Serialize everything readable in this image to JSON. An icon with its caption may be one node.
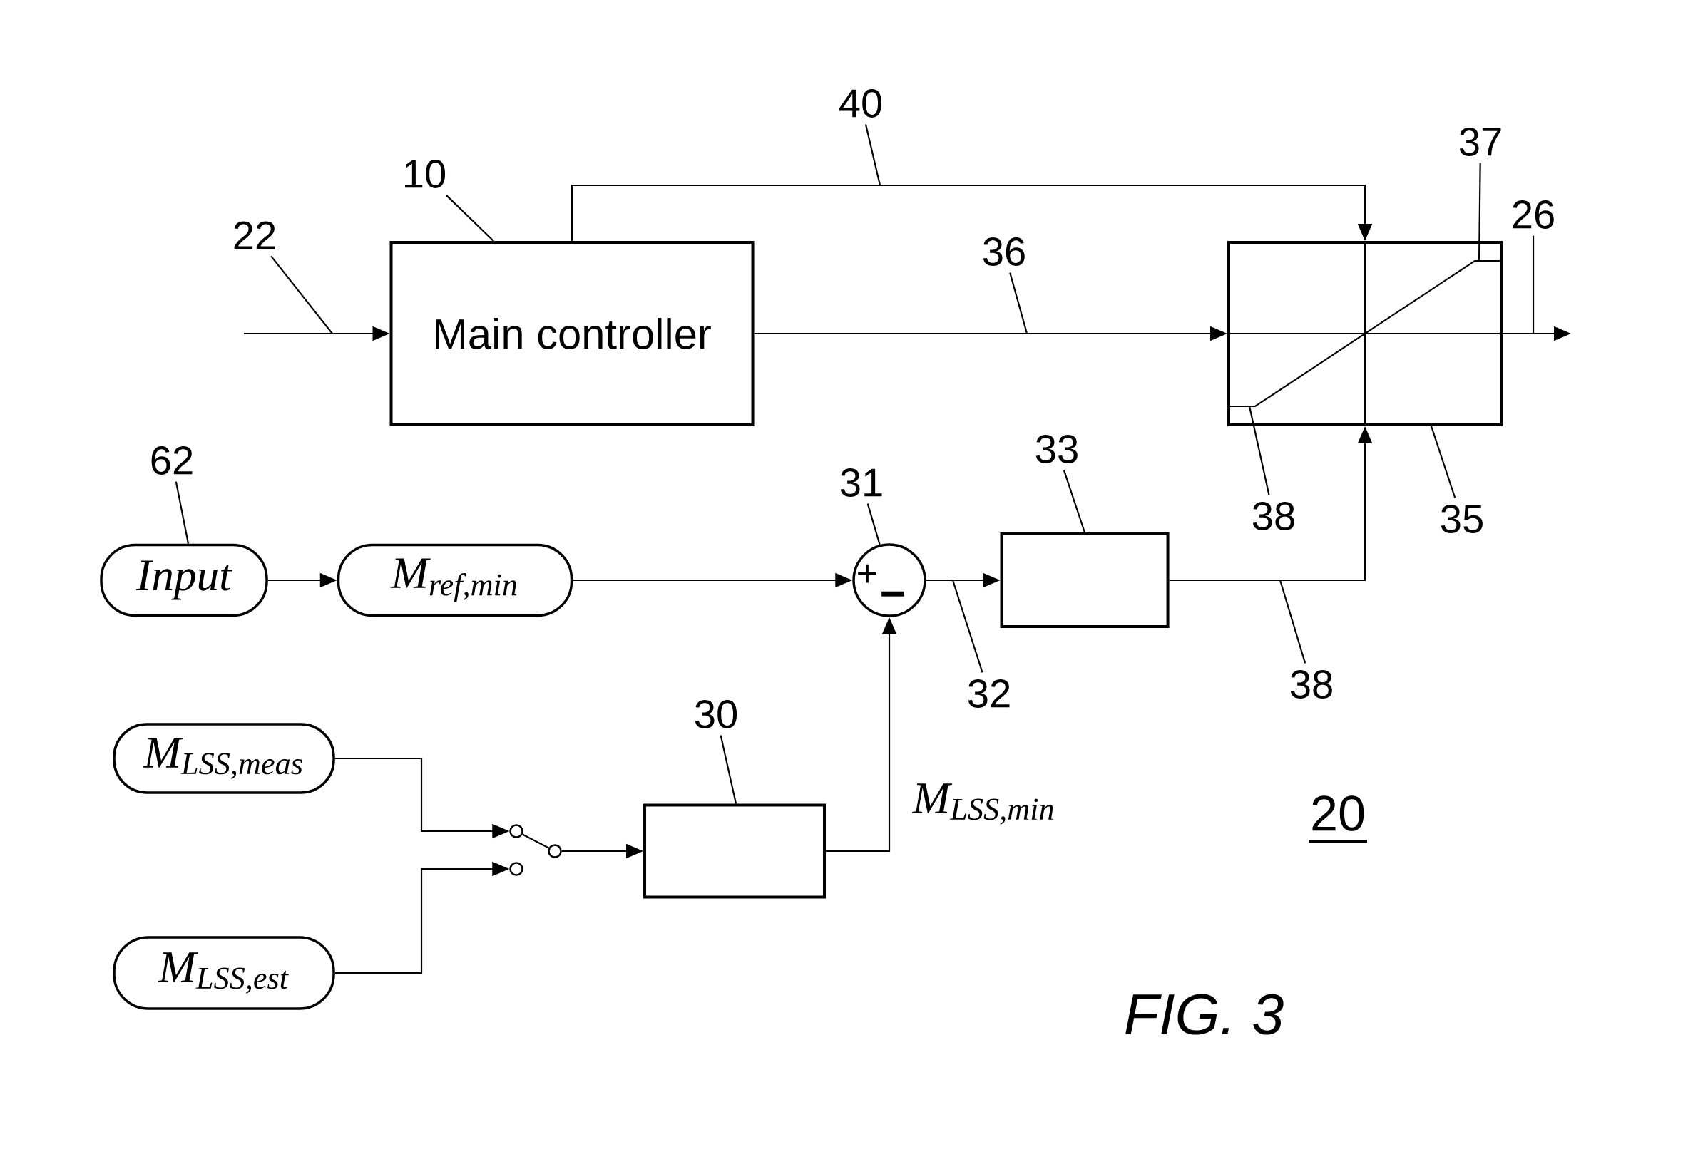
{
  "diagram": {
    "caption": "FIG. 3",
    "nodes": [
      {
        "text": [
          "40"
        ]
      },
      {
        "text": [
          "37"
        ]
      },
      {
        "text": [
          "10"
        ]
      },
      {
        "text": [
          "26"
        ]
      },
      {
        "text": [
          "22"
        ]
      },
      {
        "text": [
          "36"
        ]
      },
      {
        "text": [
          "Main controller"
        ]
      },
      {
        "text": [],
        "shape": "box"
      },
      {
        "text": [
          "33"
        ]
      },
      {
        "text": [
          "62"
        ]
      },
      {
        "text": [
          "31"
        ]
      },
      {
        "text": [
          "38"
        ]
      },
      {
        "text": [
          "35"
        ]
      },
      {
        "text": [
          "Input"
        ]
      },
      {
        "text": [
          "M$_{ref,min}$"
        ]
      },
      {
        "text": [
          "+",
          "−"
        ]
      },
      {
        "text": [],
        "shape": "box"
      },
      {
        "text": [
          "32"
        ]
      },
      {
        "text": [
          "38"
        ]
      },
      {
        "text": [
          "30"
        ]
      },
      {
        "text": [
          "M$_{LSS,meas}$"
        ]
      },
      {
        "text": [],
        "shape": "circle"
      },
      {
        "text": [],
        "shape": "circle"
      },
      {
        "text": [],
        "shape": "box"
      },
      {
        "text": [],
        "shape": "circle"
      },
      {
        "text": [
          "M$_{LSS,est}$"
        ]
      }
    ],
    "edges": [
      {
        "from": null,
        "to": 6,
        "arrow": "to"
      },
      {
        "from": 6,
        "to": 7,
        "arrow": "to"
      },
      {
        "from": 6,
        "to": 7,
        "arrow": "to"
      },
      {
        "from": 7,
        "to": null,
        "arrow": "to"
      },
      {
        "from": 13,
        "to": 14,
        "arrow": "to"
      },
      {
        "from": 14,
        "to": 15,
        "arrow": "to"
      },
      {
        "from": 15,
        "to": 16,
        "arrow": "to"
      },
      {
        "from": 16,
        "to": 7,
        "arrow": "to"
      },
      {
        "from": 20,
        "to": 21,
        "arrow": "to"
      },
      {
        "from": 25,
        "to": 24,
        "arrow": "to"
      },
      {
        "from": 21,
        "to": 22,
        "arrow": "none"
      },
      {
        "from": 22,
        "to": 23,
        "arrow": "to"
      },
      {
        "from": 23,
        "to": 15,
        "arrow": "to",
        "label": "M$_{LSS,min}$"
      },
      {
        "from": 0,
        "to": null,
        "arrow": "none"
      },
      {
        "from": 1,
        "to": 7,
        "arrow": "none"
      },
      {
        "from": 2,
        "to": 6,
        "arrow": "none"
      },
      {
        "from": 3,
        "to": null,
        "arrow": "none"
      },
      {
        "from": 4,
        "to": null,
        "arrow": "none"
      },
      {
        "from": 5,
        "to": null,
        "arrow": "none"
      },
      {
        "from": 9,
        "to": 13,
        "arrow": "none"
      },
      {
        "from": 10,
        "to": 15,
        "arrow": "none"
      },
      {
        "from": 8,
        "to": 16,
        "arrow": "none"
      },
      {
        "from": 11,
        "to": 7,
        "arrow": "none"
      },
      {
        "from": 12,
        "to": 7,
        "arrow": "none"
      },
      {
        "from": 17,
        "to": null,
        "arrow": "none"
      },
      {
        "from": 18,
        "to": null,
        "arrow": "none"
      },
      {
        "from": 19,
        "to": 23,
        "arrow": "none"
      }
    ],
    "labels": [
      "20"
    ]
  }
}
